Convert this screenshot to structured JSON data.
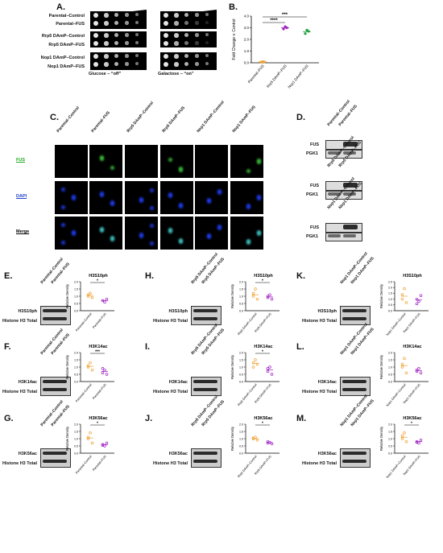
{
  "panels": {
    "A": {
      "letter": "A.",
      "rows": [
        "Parental–Control",
        "Parental–FUS",
        "Rrp5 DAmP–Control",
        "Rrp5 DAmP–FUS",
        "Nop1 DAmP–Control",
        "Nop1 DAmP–FUS"
      ],
      "caption_left": "Glucose – “off”",
      "caption_right": "Galactose – “on”"
    },
    "B": {
      "letter": "B."
    },
    "C": {
      "letter": "C.",
      "columns": [
        "Parental–Control",
        "Parental–FUS",
        "Rrp5 DAmP–Control",
        "Rrp5 DAmP–FUS",
        "Nop1 DAmP–Control",
        "Nop1 DAmP–FUS"
      ],
      "rows": [
        "FUS",
        "DAPI",
        "Merge"
      ]
    },
    "D": {
      "letter": "D.",
      "lanes1": [
        "Parental–Control",
        "Parental–FUS"
      ],
      "lanes2": [
        "Rrp5 DAmP–Control",
        "Rrp5 DAmP–FUS"
      ],
      "lanes3": [
        "Nop1 DAmP–Control",
        "Nop1 DAmP–FUS"
      ],
      "fus": "FUS",
      "pgk1": "PGK1"
    },
    "E": {
      "letter": "E."
    },
    "F": {
      "letter": "F."
    },
    "G": {
      "letter": "G."
    },
    "H": {
      "letter": "H."
    },
    "I": {
      "letter": "I."
    },
    "J": {
      "letter": "J."
    },
    "K": {
      "letter": "K."
    },
    "L": {
      "letter": "L."
    },
    "M": {
      "letter": "M."
    }
  },
  "blot_labels": {
    "h3s10ph": "H3S10ph",
    "h3k14ac": "H3K14ac",
    "h3k56ac": "H3K56ac",
    "total": "Histone H3 Total"
  },
  "lane_pairs": {
    "parental": [
      "Parental–Control",
      "Parental–FUS"
    ],
    "rrp5": [
      "Rrp5 DAmP–Control",
      "Rrp5 DAmP–FUS"
    ],
    "nop1": [
      "Nop1 DAmP–Control",
      "Nop1 DAmP–FUS"
    ]
  },
  "colors": {
    "control": "#f0a030",
    "fus": "#a020c0",
    "nop1": "#20a040",
    "green": "#3ec83e",
    "blue": "#2040ff"
  },
  "chart_data": [
    {
      "id": "B",
      "type": "scatter",
      "ylabel": "Fold Change v. Control",
      "ylim": [
        0,
        4
      ],
      "yticks": [
        0,
        1,
        2,
        3,
        4
      ],
      "categories": [
        "Parental–FUS",
        "Rrp5 DAmP–FUS",
        "Nop1 DAmP–FUS"
      ],
      "values": [
        [
          0.05,
          0.1,
          0.08
        ],
        [
          2.9,
          3.1,
          3.0
        ],
        [
          2.5,
          2.8,
          2.7
        ]
      ],
      "means": [
        0.08,
        3.0,
        2.67
      ],
      "sig": [
        {
          "from": 0,
          "to": 1,
          "label": "****"
        },
        {
          "from": 0,
          "to": 2,
          "label": "***"
        }
      ]
    },
    {
      "id": "E",
      "type": "scatter",
      "title": "H3S10ph",
      "ylabel": "Relative Density",
      "ylim": [
        0,
        2
      ],
      "yticks": [
        0.0,
        0.5,
        1.0,
        1.5,
        2.0
      ],
      "categories": [
        "Parental–Control",
        "Parental–FUS"
      ],
      "values": [
        [
          1.0,
          1.2,
          0.9,
          1.1
        ],
        [
          0.7,
          0.6,
          0.8
        ]
      ],
      "means": [
        1.05,
        0.7
      ],
      "sig": "*"
    },
    {
      "id": "F",
      "type": "scatter",
      "title": "H3K14ac",
      "ylabel": "Relative Density",
      "ylim": [
        0,
        2
      ],
      "yticks": [
        0.0,
        0.5,
        1.0,
        1.5,
        2.0
      ],
      "categories": [
        "Parental–Control",
        "Parental–FUS"
      ],
      "values": [
        [
          1.0,
          1.3,
          0.8,
          1.1
        ],
        [
          0.6,
          0.8,
          0.5,
          0.9
        ]
      ],
      "means": [
        1.05,
        0.7
      ],
      "sig": "***"
    },
    {
      "id": "G",
      "type": "scatter",
      "title": "H3K56ac",
      "ylabel": "Relative Density",
      "ylim": [
        0,
        2
      ],
      "yticks": [
        0.0,
        0.5,
        1.0,
        1.5,
        2.0
      ],
      "categories": [
        "Parental–Control",
        "Parental–FUS"
      ],
      "values": [
        [
          1.0,
          1.4,
          0.7,
          1.1
        ],
        [
          0.6,
          0.5,
          0.7,
          0.55
        ]
      ],
      "means": [
        1.05,
        0.6
      ],
      "sig": "*"
    },
    {
      "id": "H",
      "type": "scatter",
      "title": "H3S10ph",
      "ylabel": "Relative Density",
      "ylim": [
        0,
        2
      ],
      "yticks": [
        0.0,
        0.5,
        1.0,
        1.5,
        2.0
      ],
      "categories": [
        "Rrp5 DAmP–Control",
        "Rrp5 DAmP–FUS"
      ],
      "values": [
        [
          1.0,
          1.5,
          0.8,
          1.2
        ],
        [
          0.9,
          1.1,
          0.8,
          1.0
        ]
      ],
      "means": [
        1.1,
        0.95
      ],
      "sig": "*"
    },
    {
      "id": "I",
      "type": "scatter",
      "title": "H3K14ac",
      "ylabel": "Relative Density",
      "ylim": [
        0,
        2
      ],
      "yticks": [
        0.0,
        0.5,
        1.0,
        1.5,
        2.0
      ],
      "categories": [
        "Rrp5 DAmP–Control",
        "Rrp5 DAmP–FUS"
      ],
      "values": [
        [
          1.0,
          1.5,
          1.2,
          1.3
        ],
        [
          0.7,
          1.0,
          0.5,
          0.9
        ]
      ],
      "means": [
        1.25,
        0.8
      ],
      "sig": "*"
    },
    {
      "id": "J",
      "type": "scatter",
      "title": "H3K56ac",
      "ylabel": "Relative Density",
      "ylim": [
        0,
        2
      ],
      "yticks": [
        0.0,
        0.5,
        1.0,
        1.5,
        2.0
      ],
      "categories": [
        "Rrp5 DAmP–Control",
        "Rrp5 DAmP–FUS"
      ],
      "values": [
        [
          1.0,
          1.1,
          0.9,
          1.05
        ],
        [
          0.7,
          0.75,
          0.65,
          0.8
        ]
      ],
      "means": [
        1.0,
        0.72
      ],
      "sig": "*"
    },
    {
      "id": "K",
      "type": "scatter",
      "title": "H3S10ph",
      "ylabel": "Relative Density",
      "ylim": [
        0,
        2.5
      ],
      "yticks": [
        0.0,
        0.5,
        1.0,
        1.5,
        2.0,
        2.5
      ],
      "categories": [
        "Nop1 DAmP–Control",
        "Nop1 DAmP–FUS"
      ],
      "values": [
        [
          1.0,
          1.9,
          0.7,
          1.4
        ],
        [
          1.0,
          0.8,
          1.3,
          0.6
        ]
      ],
      "means": [
        1.25,
        0.95
      ],
      "sig": ""
    },
    {
      "id": "L",
      "type": "scatter",
      "title": "H3K14ac",
      "ylabel": "Relative Density",
      "ylim": [
        0,
        2.0
      ],
      "yticks": [
        0.0,
        0.5,
        1.0,
        1.5,
        2.0
      ],
      "categories": [
        "Nop1 DAmP–Control",
        "Nop1 DAmP–FUS"
      ],
      "values": [
        [
          1.0,
          1.6,
          0.6,
          1.2
        ],
        [
          0.7,
          0.9,
          0.6,
          0.8
        ]
      ],
      "means": [
        1.1,
        0.75
      ],
      "sig": ""
    },
    {
      "id": "M",
      "type": "scatter",
      "title": "H3K56ac",
      "ylabel": "Relative Density",
      "ylim": [
        0,
        2.0
      ],
      "yticks": [
        0.0,
        0.5,
        1.0,
        1.5,
        2.0
      ],
      "categories": [
        "Nop1 DAmP–Control",
        "Nop1 DAmP–FUS"
      ],
      "values": [
        [
          1.0,
          1.4,
          0.8,
          1.2
        ],
        [
          0.8,
          0.7,
          0.9,
          0.75
        ]
      ],
      "means": [
        1.1,
        0.8
      ],
      "sig": "*"
    }
  ]
}
